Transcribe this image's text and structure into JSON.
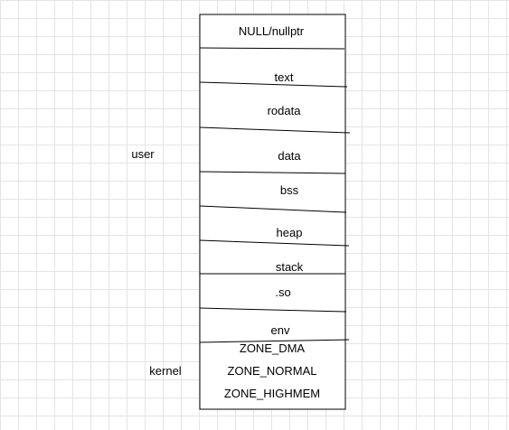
{
  "labels": {
    "user": "user",
    "kernel": "kernel"
  },
  "segments": {
    "null": "NULL/nullptr",
    "text": "text",
    "rodata": "rodata",
    "data": "data",
    "bss": "bss",
    "heap": "heap",
    "stack": "stack",
    "so": ".so",
    "env": "env"
  },
  "kernel_zones": {
    "dma": "ZONE_DMA",
    "normal": "ZONE_NORMAL",
    "highmem": "ZONE_HIGHMEM"
  },
  "colors": {
    "stroke": "#000000",
    "grid": "#e4e4e4",
    "background": "#ffffff"
  }
}
